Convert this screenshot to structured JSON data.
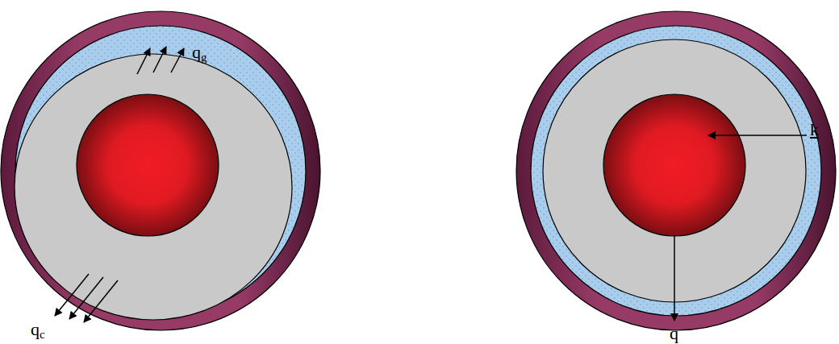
{
  "diagram": {
    "labels": [
      "qg",
      "qc",
      "k",
      "q"
    ]
  }
}
